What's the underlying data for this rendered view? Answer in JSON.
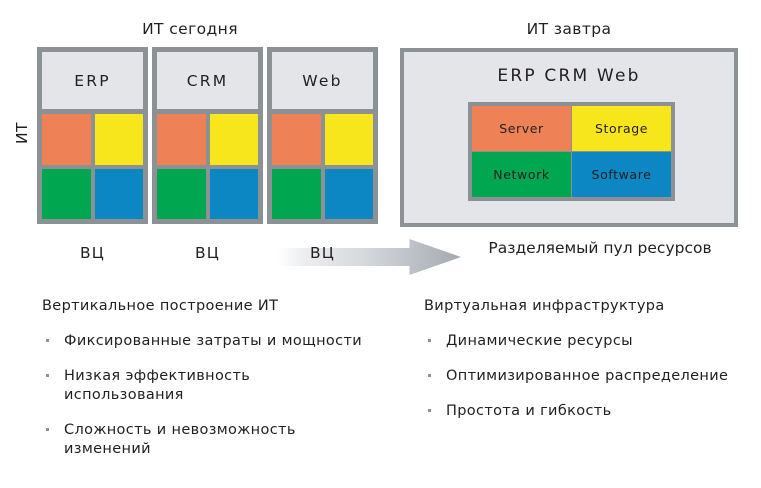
{
  "left_panel": {
    "title": "ИТ сегодня",
    "axis_label": "ИТ",
    "silos": [
      {
        "app": "ERP",
        "dc_label": "ВЦ",
        "resources": [
          "server",
          "storage",
          "network",
          "software"
        ]
      },
      {
        "app": "CRM",
        "dc_label": "ВЦ",
        "resources": [
          "server",
          "storage",
          "network",
          "software"
        ]
      },
      {
        "app": "Web",
        "dc_label": "ВЦ",
        "resources": [
          "server",
          "storage",
          "network",
          "software"
        ]
      }
    ]
  },
  "arrow": {
    "name": "transition-arrow"
  },
  "right_panel": {
    "title": "ИТ завтра",
    "apps": "ERP CRM Web",
    "caption": "Разделяемый пул ресурсов",
    "pool_cells": [
      {
        "label": "Server",
        "color": "#ee8155"
      },
      {
        "label": "Storage",
        "color": "#f7e61c"
      },
      {
        "label": "Network",
        "color": "#00a650"
      },
      {
        "label": "Software",
        "color": "#0d86c4"
      }
    ]
  },
  "bullets_left": {
    "heading": "Вертикальное построение ИТ",
    "items": [
      "Фиксированные затраты и мощности",
      "Низкая эффективность использования",
      "Сложность и невозможность изменений"
    ]
  },
  "bullets_right": {
    "heading": "Виртуальная инфраструктура",
    "items": [
      "Динамические ресурсы",
      "Оптимизированное распределение",
      "Простота и гибкость"
    ]
  },
  "colors": {
    "server": "#ee8155",
    "storage": "#f7e61c",
    "network": "#00a650",
    "software": "#0d86c4",
    "frame": "#8c9196",
    "panel_fill": "#e3e5e8"
  }
}
